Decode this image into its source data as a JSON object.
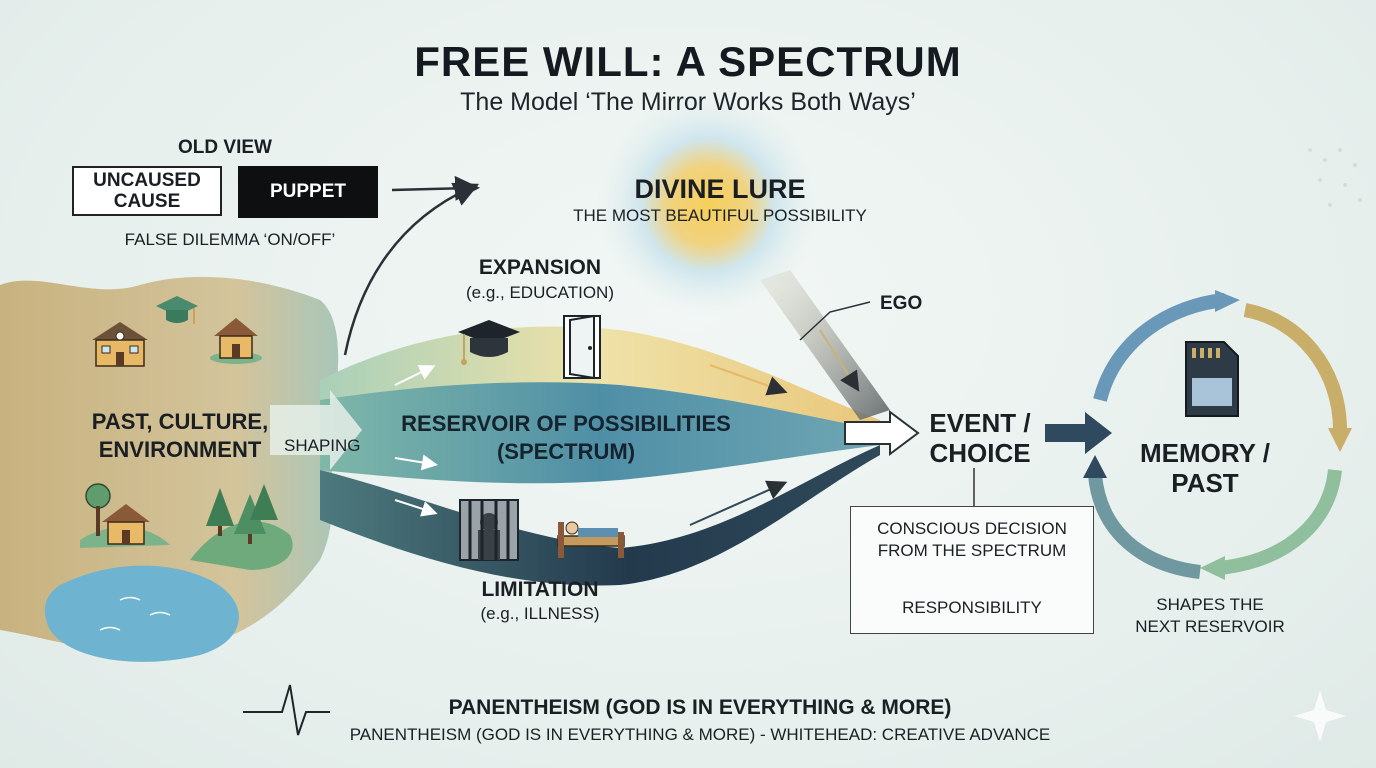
{
  "header": {
    "title": "FREE WILL: A SPECTRUM",
    "subtitle": "The Model ‘The Mirror Works Both Ways’"
  },
  "old_view": {
    "label": "OLD VIEW",
    "uncaused_cause": "UNCAUSED CAUSE",
    "puppet": "PUPPET",
    "false_dilemma": "FALSE DILEMMA ‘ON/OFF’"
  },
  "divine_lure": {
    "title": "DIVINE LURE",
    "subtitle": "THE MOST BEAUTIFUL POSSIBILITY"
  },
  "ego": "EGO",
  "expansion": {
    "title": "EXPANSION",
    "example": "(e.g., EDUCATION)"
  },
  "limitation": {
    "title": "LIMITATION",
    "example": "(e.g., ILLNESS)"
  },
  "past": {
    "line1": "PAST, CULTURE,",
    "line2": "ENVIRONMENT"
  },
  "shaping": "SHAPING",
  "reservoir": {
    "line1": "RESERVOIR OF POSSIBILITIES",
    "line2": "(SPECTRUM)"
  },
  "event": {
    "line1": "EVENT /",
    "line2": "CHOICE"
  },
  "decision": {
    "line1": "CONSCIOUS DECISION",
    "line2": "FROM THE SPECTRUM",
    "responsibility": "RESPONSIBILITY"
  },
  "memory": {
    "line1": "MEMORY /",
    "line2": "PAST"
  },
  "shapes_next": {
    "line1": "SHAPES THE",
    "line2": "NEXT RESERVOIR"
  },
  "footer": {
    "title": "PANENTHEISM (GOD IS IN EVERYTHING & MORE)",
    "subtitle": "PANENTHEISM (GOD IS IN EVERYTHING & MORE) - WHITEHEAD: CREATIVE ADVANCE"
  },
  "colors": {
    "sand": "#c9b585",
    "teal": "#7fb4b0",
    "navy": "#233a4d",
    "sun": "#f0c24a",
    "sky": "#bfe0ef",
    "loop_blue": "#6a98b8",
    "loop_gold": "#c9ae6a",
    "loop_green": "#8fbf9c"
  },
  "icons": [
    "school-house-icon",
    "graduation-cap-icon",
    "house-icon",
    "tree-icon",
    "door-icon",
    "prison-bars-icon",
    "hospital-bed-icon",
    "sd-card-icon",
    "heartbeat-line-icon",
    "sparkle-icon"
  ]
}
